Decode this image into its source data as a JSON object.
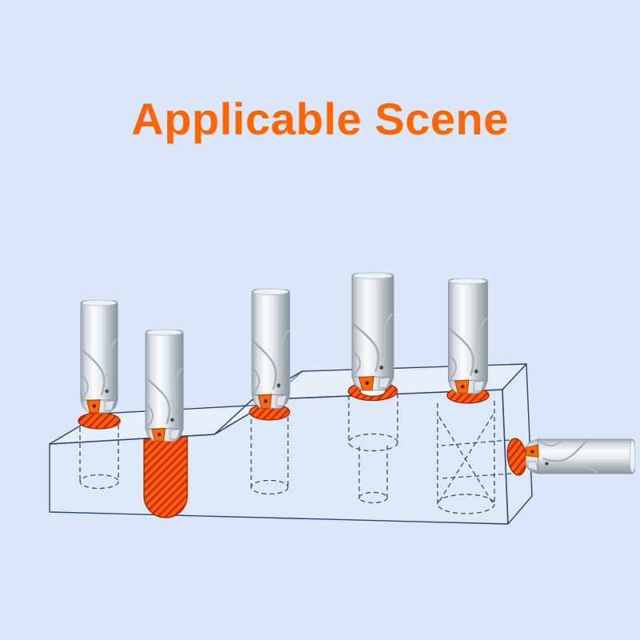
{
  "page": {
    "title": "Applicable Scene"
  },
  "colors": {
    "background": "#dbe7f8",
    "title": "#ff6600",
    "outline": "#2a4576",
    "hole_fill": "#ff5f06",
    "hole_hatch": "#c22800",
    "insert_orange": "#ff6a00",
    "metal_light": "#fafbfc",
    "metal_dark": "#8b949e"
  },
  "illustration": {
    "elements": [
      "workpiece-block",
      "drill-bit-1",
      "drill-bit-2",
      "drill-bit-3",
      "drill-bit-4",
      "drill-bit-5",
      "drill-bit-6",
      "hole-1-mouth",
      "hole-2-through-slot",
      "hole-3-mouth",
      "hole-4-counterbore-rim",
      "hole-5-mouth",
      "hole-6-side-mouth"
    ]
  }
}
